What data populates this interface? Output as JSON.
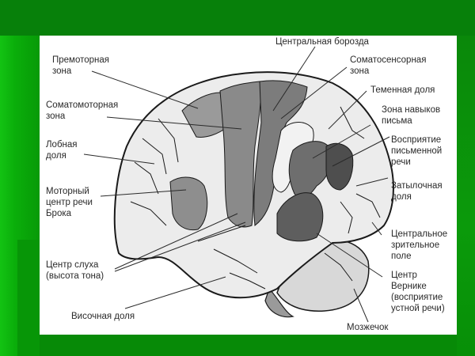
{
  "slide": {
    "background_color": "#0a8a0a",
    "panel_color": "#ffffff"
  },
  "diagram": {
    "subject": "lateral view of the human brain with functional zones",
    "labels": {
      "premotor_zone": "Премоторная\nзона",
      "somatomotor_zone": "Соматомоторная\nзона",
      "frontal_lobe": "Лобная\nдоля",
      "broca_center": "Моторный\nцентр речи\nБрока",
      "hearing_center": "Центр слуха\n(высота тона)",
      "temporal_lobe": "Височная доля",
      "central_sulcus": "Центральная борозда",
      "somatosensory_zone": "Соматосенсорная\nзона",
      "parietal_lobe": "Теменная доля",
      "writing_skills_zone": "Зона навыков\nписьма",
      "written_speech_perception": "Восприятие\nписьменной\nречи",
      "occipital_lobe": "Затылочная\nдоля",
      "central_visual_field": "Центральное\nзрительное\nполе",
      "wernicke_center": "Центр\nВернике\n(восприятие\nустной речи)",
      "cerebellum": "Мозжечок"
    },
    "colors": {
      "cortex_light": "#ececec",
      "zone_mid": "#8a8a8a",
      "zone_dark": "#5e5e5e",
      "outline": "#1a1a1a"
    }
  }
}
